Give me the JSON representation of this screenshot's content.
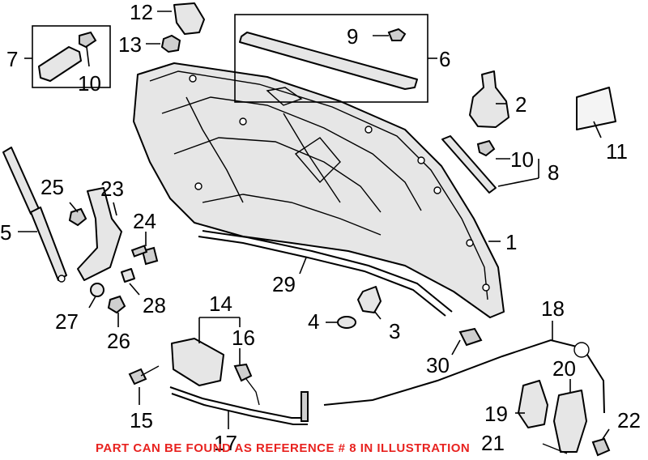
{
  "callouts": {
    "n1": "1",
    "n2": "2",
    "n3": "3",
    "n4": "4",
    "n5": "5",
    "n6": "6",
    "n7": "7",
    "n8": "8",
    "n9": "9",
    "n10a": "10",
    "n10b": "10",
    "n11": "11",
    "n12": "12",
    "n13": "13",
    "n14": "14",
    "n15": "15",
    "n16": "16",
    "n17": "17",
    "n18": "18",
    "n19": "19",
    "n20": "20",
    "n21": "21",
    "n22": "22",
    "n23": "23",
    "n24": "24",
    "n25": "25",
    "n26": "26",
    "n27": "27",
    "n28": "28",
    "n29": "29",
    "n30": "30"
  },
  "note": "PART CAN BE FOUND AS REFERENCE # 8 IN ILLUSTRATION",
  "colors": {
    "note": "#e8221f",
    "line": "#000000",
    "fill": "#e6e6e6"
  }
}
